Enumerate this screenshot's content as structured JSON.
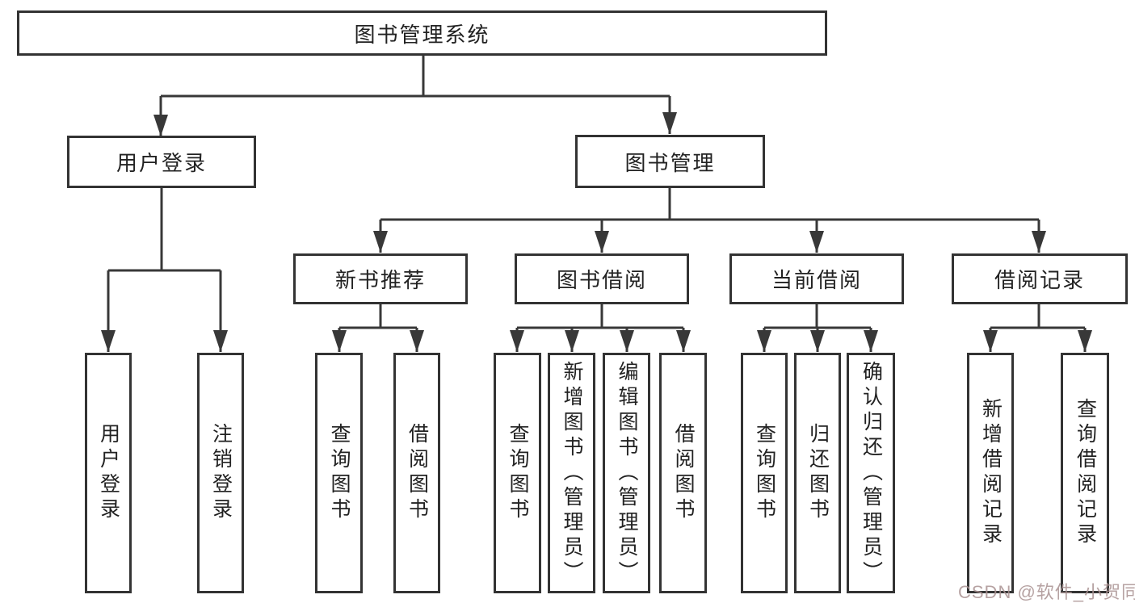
{
  "title": {
    "root": "图书管理系统"
  },
  "nodes": {
    "user_login": "用户登录",
    "book_mgmt": "图书管理",
    "new_book_rec": "新书推荐",
    "book_borrow": "图书借阅",
    "current_borrow": "当前借阅",
    "borrow_record": "借阅记录"
  },
  "leaves": {
    "user_login": [
      "用户登录",
      "注销登录"
    ],
    "new_book_rec": [
      "查询图书",
      "借阅图书"
    ],
    "book_borrow": [
      "查询图书",
      "新增图书（管理员）",
      "编辑图书（管理员）",
      "借阅图书"
    ],
    "current_borrow": [
      "查询图书",
      "归还图书",
      "确认归还（管理员）"
    ],
    "borrow_record": [
      "新增借阅记录",
      "查询借阅记录"
    ]
  },
  "watermark": "CSDN @软件_小贺同学",
  "colors": {
    "line": "#383838",
    "box_border": "#333333",
    "box_fill": "#ffffff",
    "text": "#222222",
    "watermark": "#a99292",
    "background": "#ffffff"
  }
}
